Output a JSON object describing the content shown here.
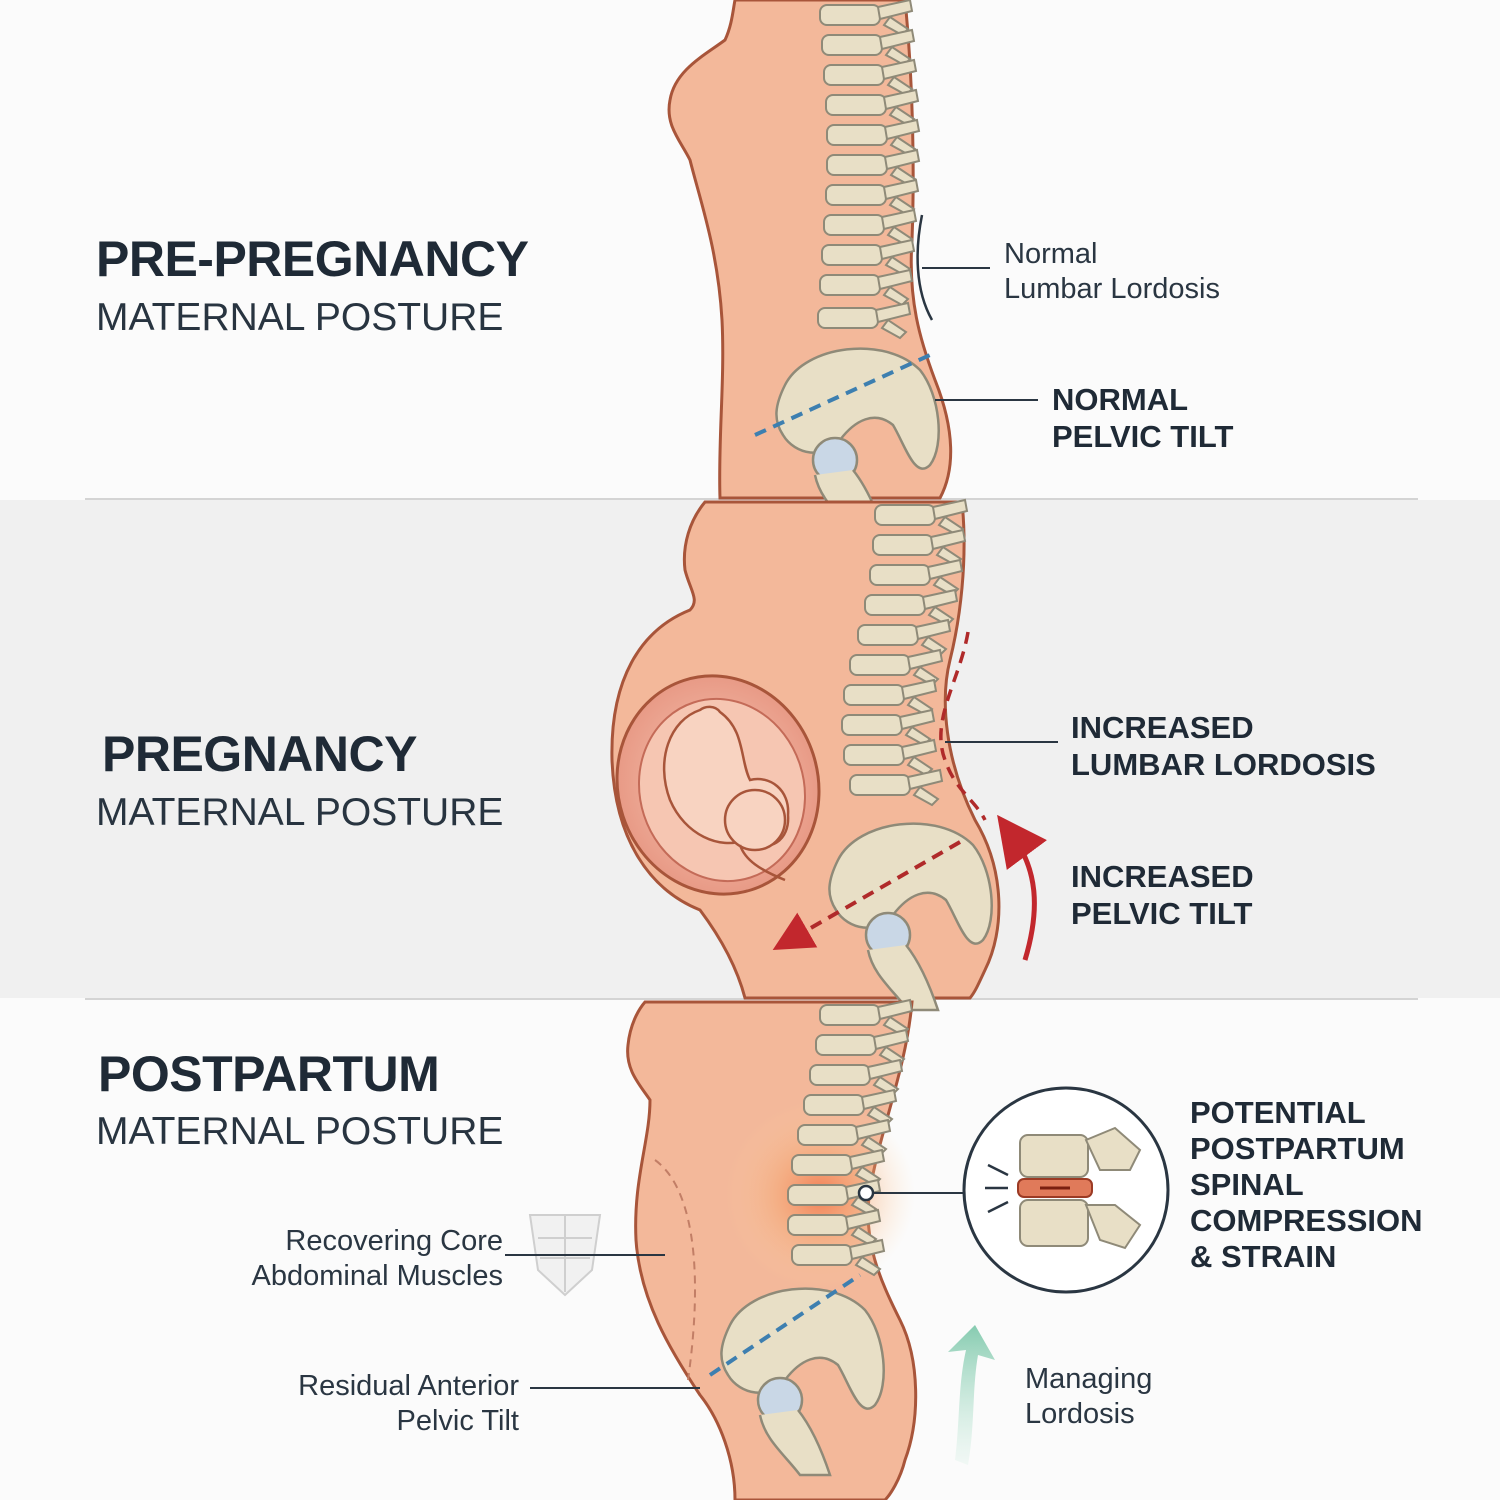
{
  "sections": [
    {
      "title": "PRE-PREGNANCY",
      "subtitle": "MATERNAL POSTURE",
      "labels": [
        {
          "lines": [
            "Normal",
            "Lumbar Lordosis"
          ]
        },
        {
          "lines": [
            "NORMAL",
            "PELVIC TILT"
          ]
        }
      ]
    },
    {
      "title": "PREGNANCY",
      "subtitle": "MATERNAL POSTURE",
      "labels": [
        {
          "lines": [
            "INCREASED",
            "LUMBAR LORDOSIS"
          ]
        },
        {
          "lines": [
            "INCREASED",
            "PELVIC TILT"
          ]
        }
      ]
    },
    {
      "title": "POSTPARTUM",
      "subtitle": "MATERNAL POSTURE",
      "labels": [
        {
          "lines": [
            "POTENTIAL",
            "POSTPARTUM",
            "SPINAL",
            "COMPRESSION",
            "& STRAIN"
          ]
        },
        {
          "lines": [
            "Recovering Core",
            "Abdominal Muscles"
          ]
        },
        {
          "lines": [
            "Residual Anterior",
            "Pelvic Tilt"
          ]
        },
        {
          "lines": [
            "Managing",
            "Lordosis"
          ]
        }
      ]
    }
  ],
  "colors": {
    "skin": "#f3b89a",
    "skin_outline": "#a8553a",
    "bone": "#e8dfc6",
    "bone_outline": "#8f8a78",
    "disc": "#7fa7c4",
    "dashed_blue": "#3d7fb0",
    "dashed_red": "#b02a2a",
    "arrow_red": "#c2272d",
    "arrow_green": "#8fcfb5",
    "strain_glow": "#f5a36b"
  }
}
